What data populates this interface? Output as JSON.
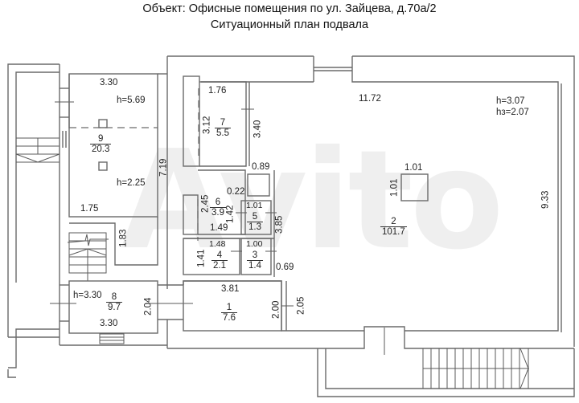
{
  "header": {
    "title": "Объект: Офисные помещения по ул. Зайцева, д.70а/2",
    "subtitle": "Ситуационный план подвала"
  },
  "watermark": "Avito",
  "rooms": [
    {
      "id": "1",
      "number": "1",
      "area": "7.6"
    },
    {
      "id": "2",
      "number": "2",
      "area": "101.7"
    },
    {
      "id": "3",
      "number": "3",
      "area": "1.4"
    },
    {
      "id": "4",
      "number": "4",
      "area": "2.1"
    },
    {
      "id": "5",
      "number": "5",
      "area": "1.3"
    },
    {
      "id": "6",
      "number": "6",
      "area": "3.9"
    },
    {
      "id": "7",
      "number": "7",
      "area": "5.5"
    },
    {
      "id": "8",
      "number": "8",
      "area": "9.7"
    },
    {
      "id": "9",
      "number": "9",
      "area": "20.3"
    }
  ],
  "heights": {
    "room9_upper": "h=5.69",
    "room9_lower": "h=2.25",
    "room8": "h=3.30",
    "room2_h": "h=3.07",
    "room2_hz": "hз=2.07"
  },
  "dimensions": {
    "r9_width_top": "3.30",
    "r9_length": "7.19",
    "stair_width": "1.75",
    "stair_length": "1.83",
    "r8_width": "3.30",
    "r8_depth": "2.04",
    "r7_width": "1.76",
    "r7_length": "3.12",
    "r7_right": "3.40",
    "col_top": "0.89",
    "r6_side": "2.45",
    "r6_offset": "0.22",
    "r6_inner": "1.42",
    "r6_width": "1.49",
    "r5_width": "1.01",
    "r5_length": "3.85",
    "r4_width": "1.48",
    "r4_length": "1.41",
    "r3_width": "1.00",
    "r3_offset": "0.69",
    "r1_width": "3.81",
    "r1_depth": "2.00",
    "r1_right": "2.05",
    "r2_width": "11.72",
    "r2_length": "9.33",
    "column_w": "1.01",
    "column_h": "1.01"
  }
}
